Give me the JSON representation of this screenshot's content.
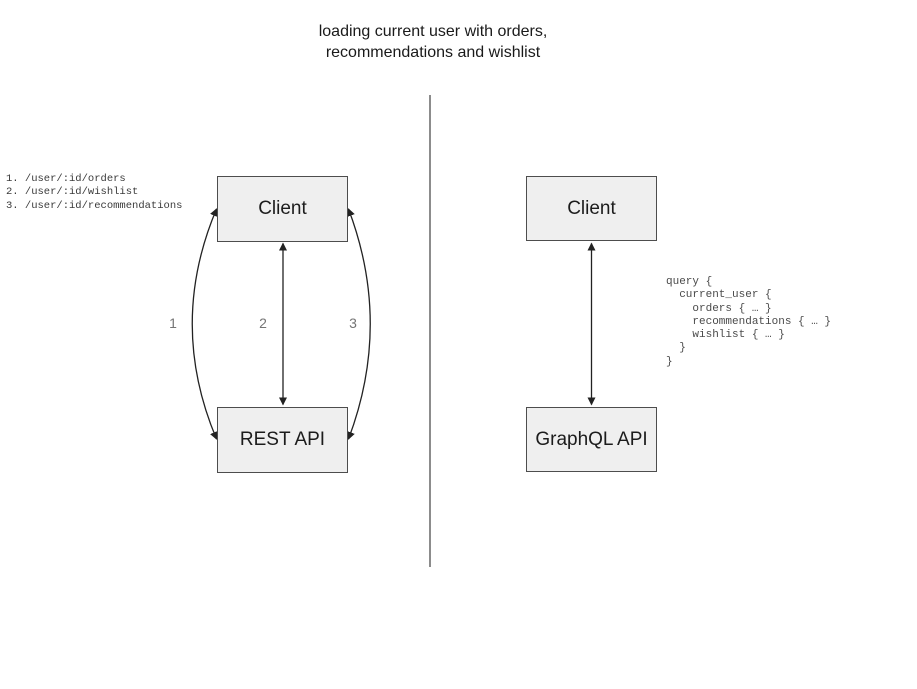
{
  "title": {
    "line1": "loading current user with orders,",
    "line2": "recommendations and wishlist"
  },
  "rest_side": {
    "client_label": "Client",
    "api_label": "REST API",
    "endpoints": [
      "1. /user/:id/orders",
      "2. /user/:id/wishlist",
      "3. /user/:id/recommendations"
    ],
    "arrow_labels": [
      "1",
      "2",
      "3"
    ]
  },
  "graphql_side": {
    "client_label": "Client",
    "api_label": "GraphQL API",
    "query_lines": [
      "query {",
      "  current_user {",
      "    orders { … }",
      "    recommendations { … }",
      "    wishlist { … }",
      "  }",
      "}"
    ]
  },
  "colors": {
    "background": "#ffffff",
    "box_fill": "#efefef",
    "box_border": "#4d4d4d",
    "arrow": "#222222",
    "divider": "#666666",
    "arrow_label_text": "#757575",
    "code_text": "#4a4a4a",
    "title_text": "#1a1a1a"
  }
}
